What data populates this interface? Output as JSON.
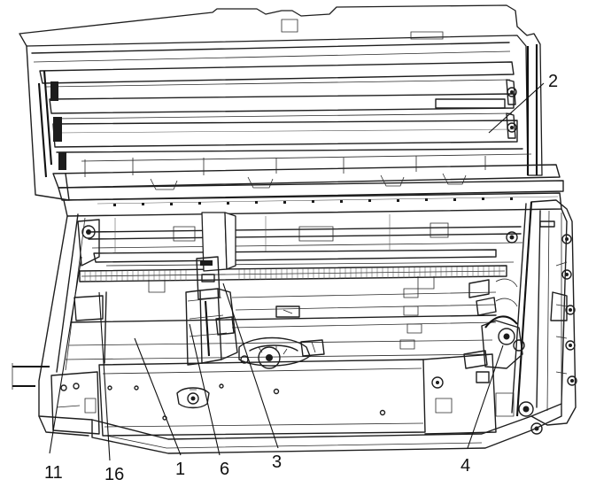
{
  "figure": {
    "reference_numerals": [
      {
        "id": "2",
        "text": "2"
      },
      {
        "id": "11",
        "text": "11"
      },
      {
        "id": "16",
        "text": "16"
      },
      {
        "id": "1",
        "text": "1"
      },
      {
        "id": "6",
        "text": "6"
      },
      {
        "id": "3",
        "text": "3"
      },
      {
        "id": "4",
        "text": "4"
      }
    ],
    "colors": {
      "ink": "#1e1e1e",
      "paper": "#ffffff"
    }
  }
}
